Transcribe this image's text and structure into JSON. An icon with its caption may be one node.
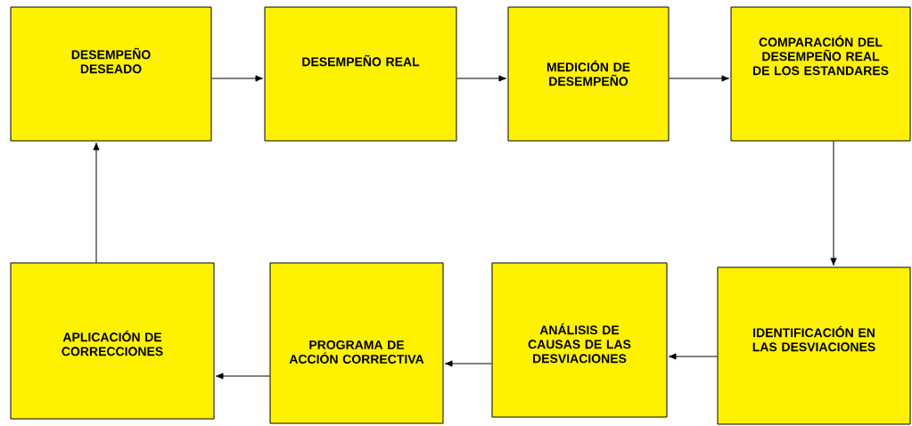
{
  "diagram": {
    "nodes": [
      {
        "text": [
          "DESEMPEÑO DESEADO"
        ]
      },
      {
        "text": [
          "DESEMPEÑO REAL"
        ]
      },
      {
        "text": [
          "MEDICIÓN DE DESEMPEÑO"
        ]
      },
      {
        "text": [
          "COMPARACIÓN DEL DESEMPEÑO REAL DE LOS ESTANDARES"
        ]
      },
      {
        "text": [
          "IDENTIFICACIÓN EN LAS DESVIACIONES"
        ]
      },
      {
        "text": [
          "ANÁLISIS DE CAUSAS DE LAS DESVIACIONES"
        ]
      },
      {
        "text": [
          "PROGRAMA DE ACCIÓN CORRECTIVA"
        ]
      },
      {
        "text": [
          "APLICACIÓN DE CORRECCIONES"
        ]
      }
    ],
    "edges": [
      {
        "from": 0,
        "to": 1,
        "arrow": "to"
      },
      {
        "from": 1,
        "to": 2,
        "arrow": "to"
      },
      {
        "from": 2,
        "to": 3,
        "arrow": "to"
      },
      {
        "from": 3,
        "to": 4,
        "arrow": "to"
      },
      {
        "from": 4,
        "to": 5,
        "arrow": "to"
      },
      {
        "from": 5,
        "to": 6,
        "arrow": "to"
      },
      {
        "from": 6,
        "to": 7,
        "arrow": "to"
      },
      {
        "from": 7,
        "to": 0,
        "arrow": "to"
      }
    ]
  }
}
